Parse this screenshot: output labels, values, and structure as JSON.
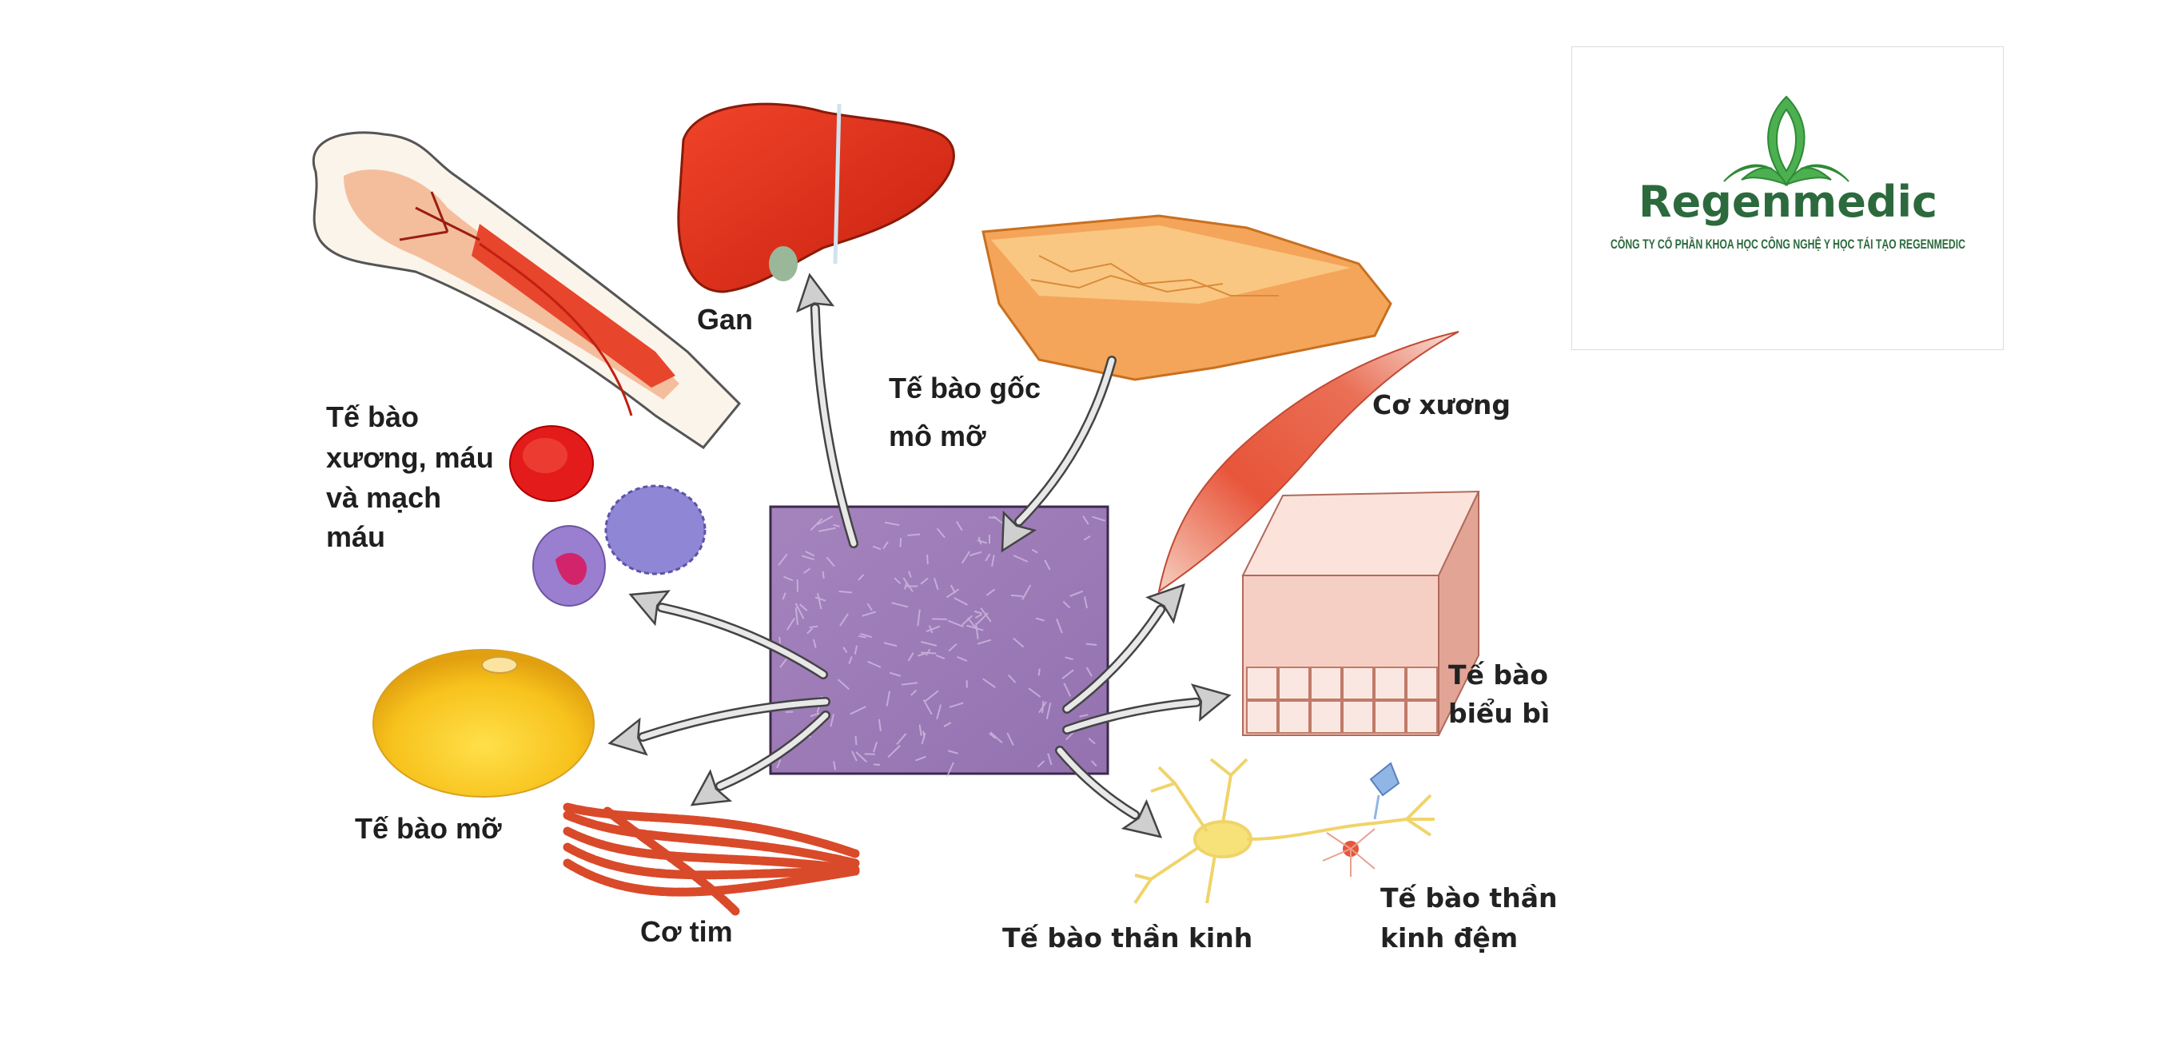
{
  "diagram": {
    "center_label": [
      "Tế bào gốc",
      "mô mỡ"
    ],
    "labels": {
      "liver": "Gan",
      "bone_blood": [
        "Tế bào",
        "xương, máu",
        "và mạch",
        "máu"
      ],
      "skeletal_muscle": "Cơ xương",
      "epidermis": [
        "Tế bào",
        "biểu bì"
      ],
      "fat_cell": "Tế bào mỡ",
      "cardiac_muscle": "Cơ tim",
      "neuron": "Tế bào thần kinh",
      "glia": [
        "Tế bào thần",
        "kinh đệm"
      ]
    }
  },
  "logo": {
    "brand": "Regenmedic",
    "company": "CÔNG TY CỔ PHẦN KHOA HỌC CÔNG NGHỆ Y HỌC TÁI TẠO REGENMEDIC",
    "colors": {
      "dark": "#2c6a3d",
      "leaf": "#4caf50"
    }
  }
}
